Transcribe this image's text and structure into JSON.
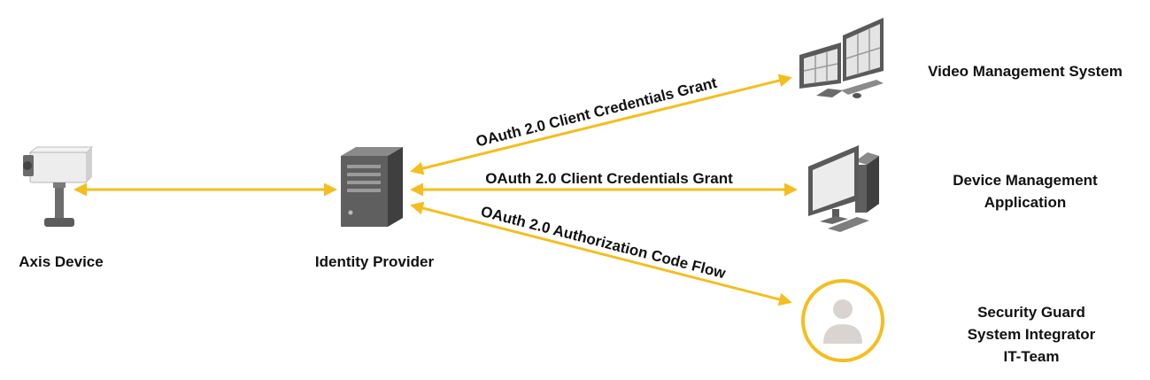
{
  "colors": {
    "arrow": "#F5BE1E",
    "device_dark": "#5c5c5c",
    "device_light": "#e8e8e8"
  },
  "nodes": {
    "axis_device": {
      "label": "Axis Device",
      "icon": "camera-icon"
    },
    "identity_provider": {
      "label": "Identity Provider",
      "icon": "server-icon"
    },
    "vms": {
      "label": "Video Management System",
      "icon": "dual-monitor-workstation-icon"
    },
    "dma": {
      "lines": [
        "Device Management",
        "Application"
      ],
      "icon": "desktop-computer-icon"
    },
    "users": {
      "lines": [
        "Security Guard",
        "System Integrator",
        "IT-Team"
      ],
      "icon": "user-icon"
    }
  },
  "edges": {
    "vms": {
      "label": "OAuth 2.0 Client Credentials Grant"
    },
    "dma": {
      "label": "OAuth 2.0 Client Credentials Grant"
    },
    "users": {
      "label": "OAuth 2.0 Authorization Code Flow"
    }
  }
}
